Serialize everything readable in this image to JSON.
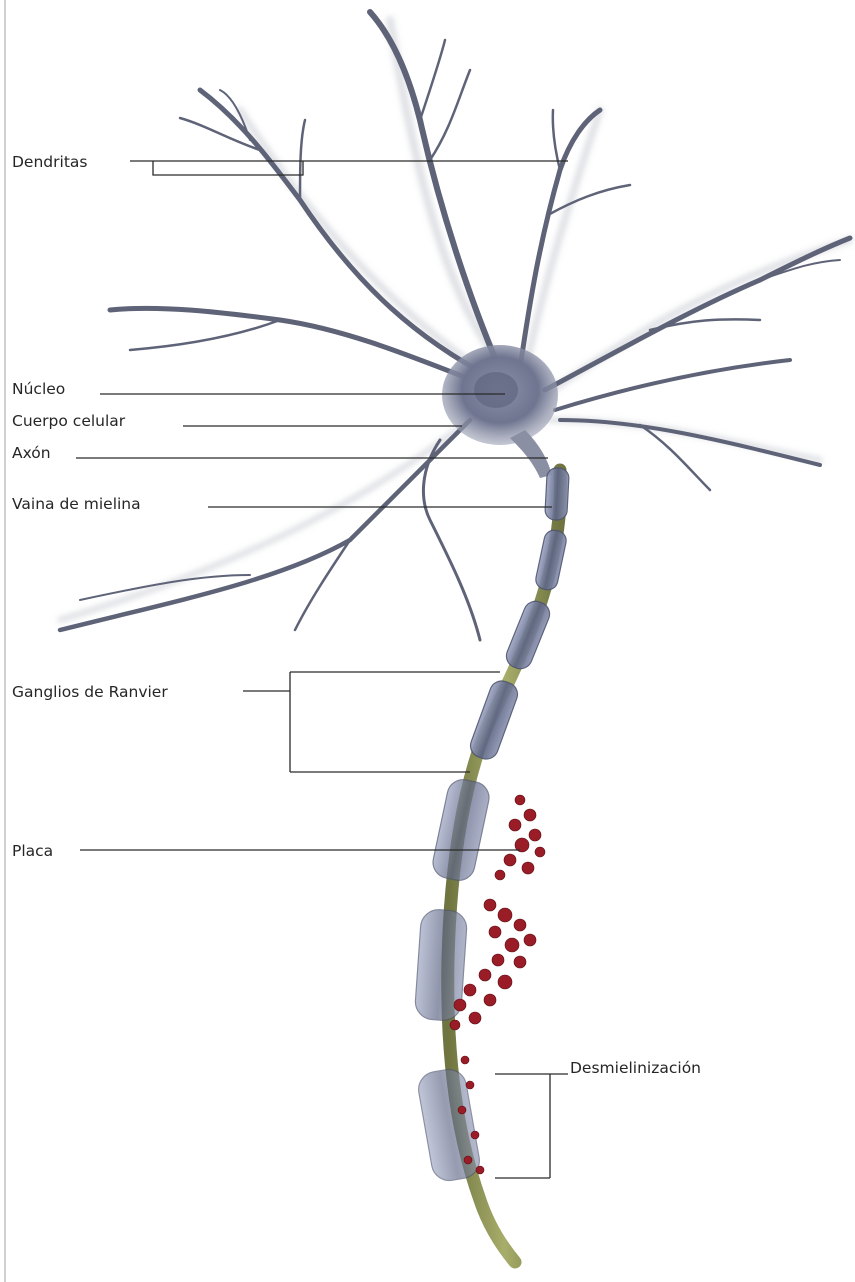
{
  "labels": {
    "dendrites": "Dendritas",
    "nucleus": "Núcleo",
    "cell_body": "Cuerpo celular",
    "axon": "Axón",
    "myelin_sheath": "Vaina de mielina",
    "nodes_of_ranvier": "Ganglios de Ranvier",
    "plaque": "Placa",
    "demyelination": "Desmielinización"
  },
  "colors": {
    "soma": "#6f7590",
    "dendrite": "#5e6378",
    "axon": "#8b9150",
    "myelin": "#6a7190",
    "plaque": "#9a1c26",
    "leader_line": "#2a2a2a",
    "text": "#262626"
  }
}
